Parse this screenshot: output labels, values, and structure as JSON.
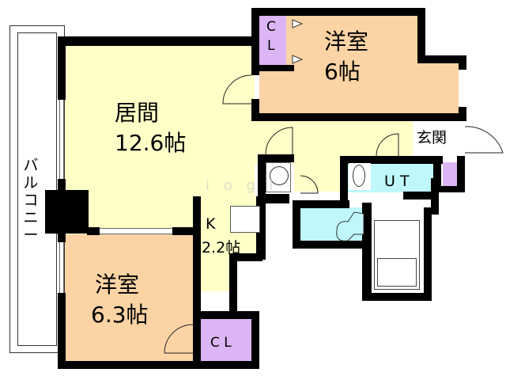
{
  "floorplan": {
    "colors": {
      "living": "#ffffc8",
      "western_room": "#fcd3a4",
      "closet": "#dcb6f4",
      "wet_area": "#bff7fb",
      "wall": "#000000",
      "balcony": "#ffffff",
      "background": "#ffffff"
    },
    "rooms": {
      "living": {
        "name": "居間",
        "size": "12.6帖"
      },
      "western_room_north": {
        "name": "洋室",
        "size": "6帖"
      },
      "western_room_south": {
        "name": "洋室",
        "size": "6.3帖"
      },
      "kitchen": {
        "name": "K",
        "size": "2.2帖"
      },
      "closet_north": {
        "line1": "C",
        "line2": "L"
      },
      "closet_south": {
        "label": "C L"
      },
      "unit_toilet": {
        "label": "U T"
      },
      "entrance": {
        "label": "玄関"
      },
      "balcony": {
        "label": "バルコニー"
      }
    },
    "watermark": "i o g i"
  }
}
